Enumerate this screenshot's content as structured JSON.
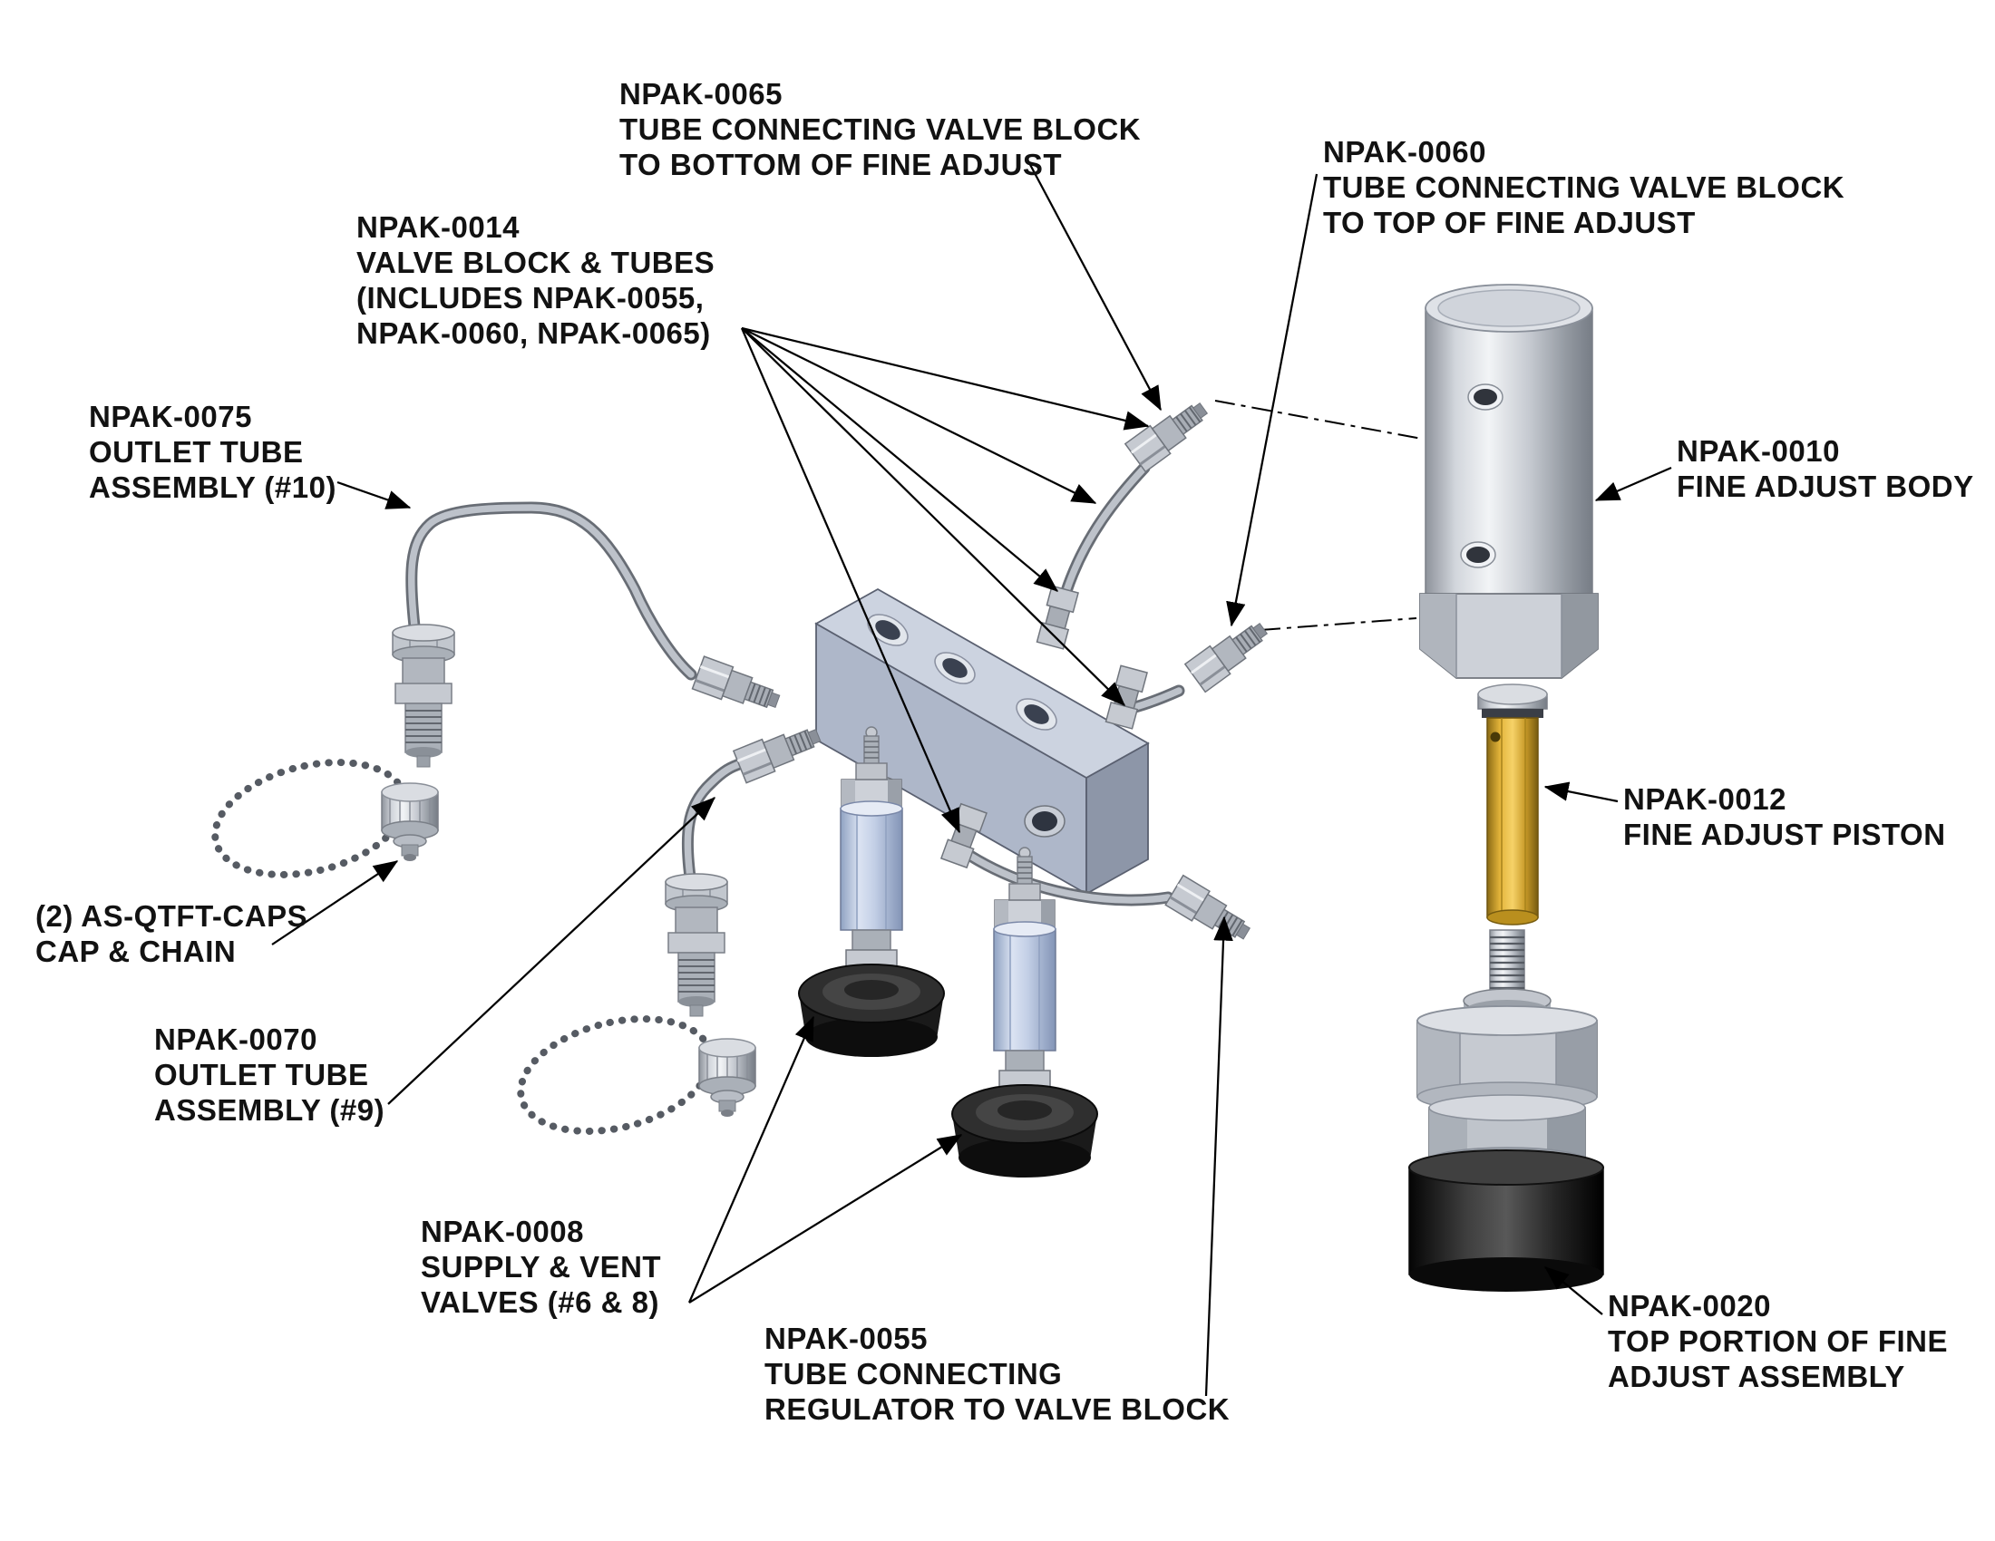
{
  "diagram": {
    "background": "#ffffff",
    "line_color": "#000000",
    "palette": {
      "steel_blue": "#c3cfe6",
      "silver": "#c6cad1",
      "gold": "#e3b43a",
      "black_part": "#1a1a1a"
    },
    "labels": [
      {
        "id": "npak-0065",
        "lines": [
          "NPAK-0065",
          "TUBE CONNECTING VALVE BLOCK",
          "TO BOTTOM OF FINE ADJUST"
        ]
      },
      {
        "id": "npak-0060",
        "lines": [
          "NPAK-0060",
          "TUBE CONNECTING VALVE BLOCK",
          "TO TOP OF FINE ADJUST"
        ]
      },
      {
        "id": "npak-0014",
        "lines": [
          "NPAK-0014",
          "VALVE BLOCK & TUBES",
          "(INCLUDES NPAK-0055,",
          "NPAK-0060, NPAK-0065)"
        ]
      },
      {
        "id": "npak-0075",
        "lines": [
          "NPAK-0075",
          "OUTLET TUBE",
          "ASSEMBLY (#10)"
        ]
      },
      {
        "id": "npak-0010",
        "lines": [
          "NPAK-0010",
          "FINE ADJUST BODY"
        ]
      },
      {
        "id": "as-qtft-caps",
        "lines": [
          "(2) AS-QTFT-CAPS",
          "CAP & CHAIN"
        ]
      },
      {
        "id": "npak-0012",
        "lines": [
          "NPAK-0012",
          "FINE ADJUST PISTON"
        ]
      },
      {
        "id": "npak-0070",
        "lines": [
          "NPAK-0070",
          "OUTLET TUBE",
          "ASSEMBLY (#9)"
        ]
      },
      {
        "id": "npak-0008",
        "lines": [
          "NPAK-0008",
          "SUPPLY & VENT",
          "VALVES (#6 & 8)"
        ]
      },
      {
        "id": "npak-0055",
        "lines": [
          "NPAK-0055",
          "TUBE CONNECTING",
          "REGULATOR TO VALVE BLOCK"
        ]
      },
      {
        "id": "npak-0020",
        "lines": [
          "NPAK-0020",
          "TOP PORTION OF FINE",
          "ADJUST ASSEMBLY"
        ]
      }
    ]
  }
}
